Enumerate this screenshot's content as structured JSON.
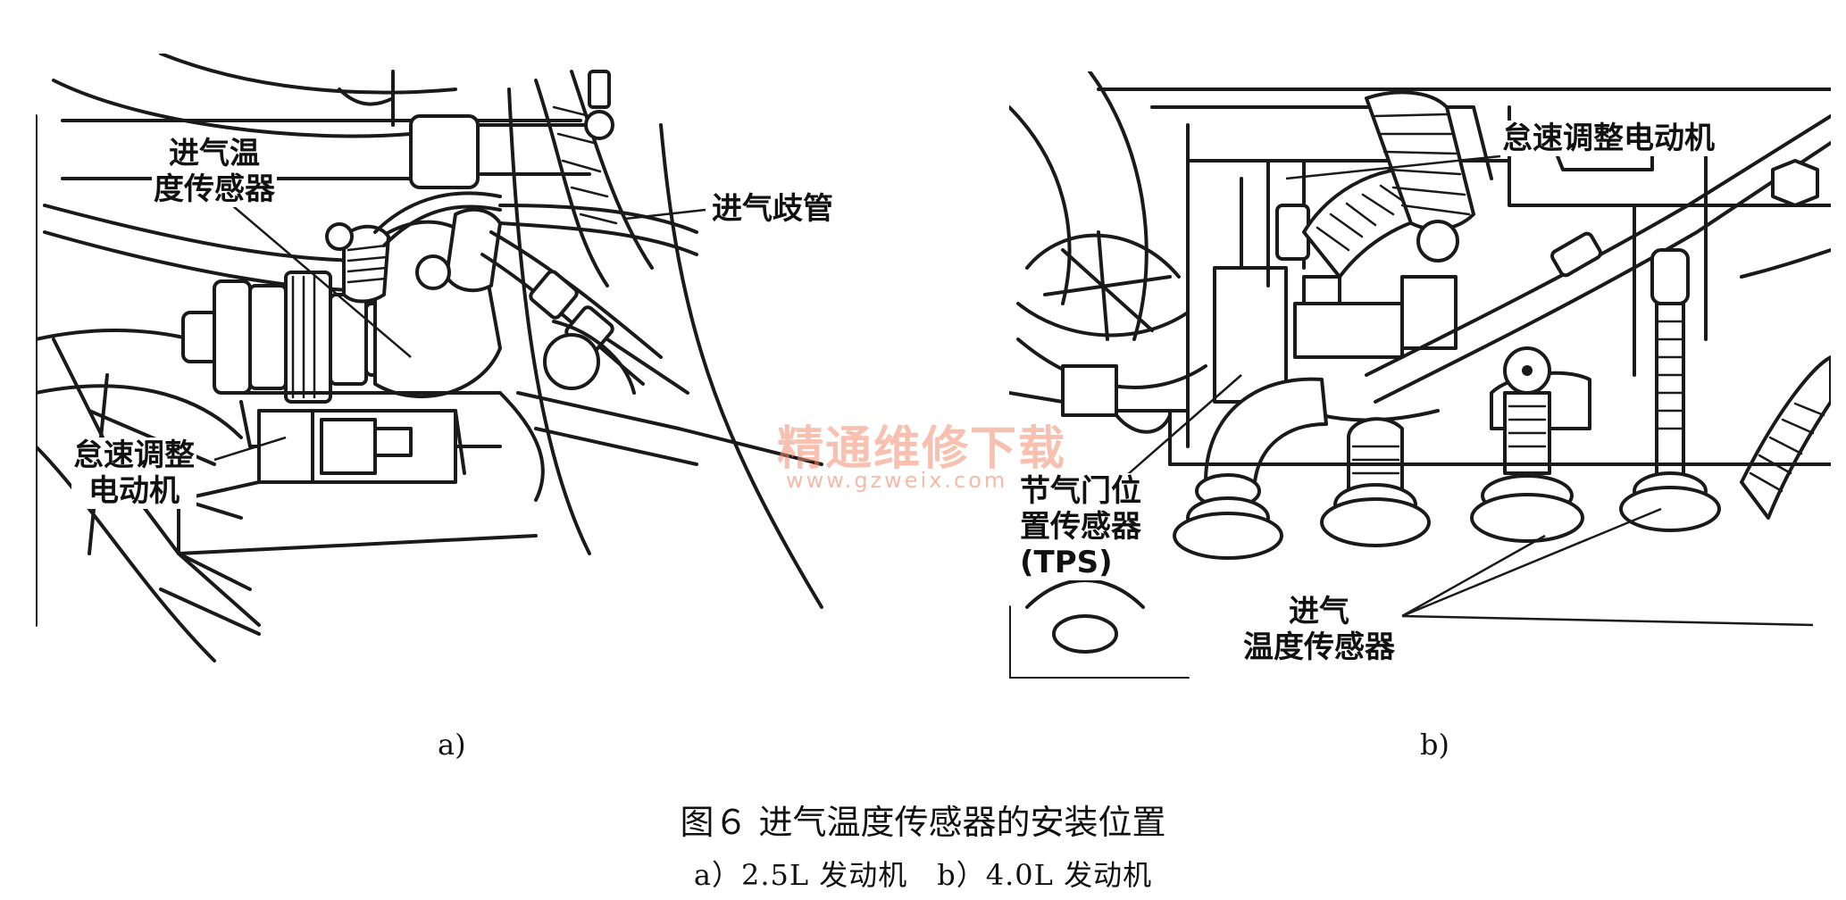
{
  "figure_a": {
    "label_intake_temp_sensor": "进气温\n度传感器",
    "label_intake_manifold": "进气歧管",
    "label_idle_motor": "怠速调整\n电动机",
    "sub_label": "a)"
  },
  "figure_b": {
    "label_idle_motor": "怠速调整电动机",
    "label_tps": "节气门位\n置传感器\n(TPS)",
    "label_intake_temp_sensor": "进气\n温度传感器",
    "sub_label": "b)"
  },
  "watermark": {
    "cn": "精通维修下载",
    "url": "www.gzweix.com"
  },
  "caption": {
    "title": "图６ 进气温度传感器的安装位置",
    "subtitle": "a）2.5L 发动机　b）4.0L 发动机"
  }
}
